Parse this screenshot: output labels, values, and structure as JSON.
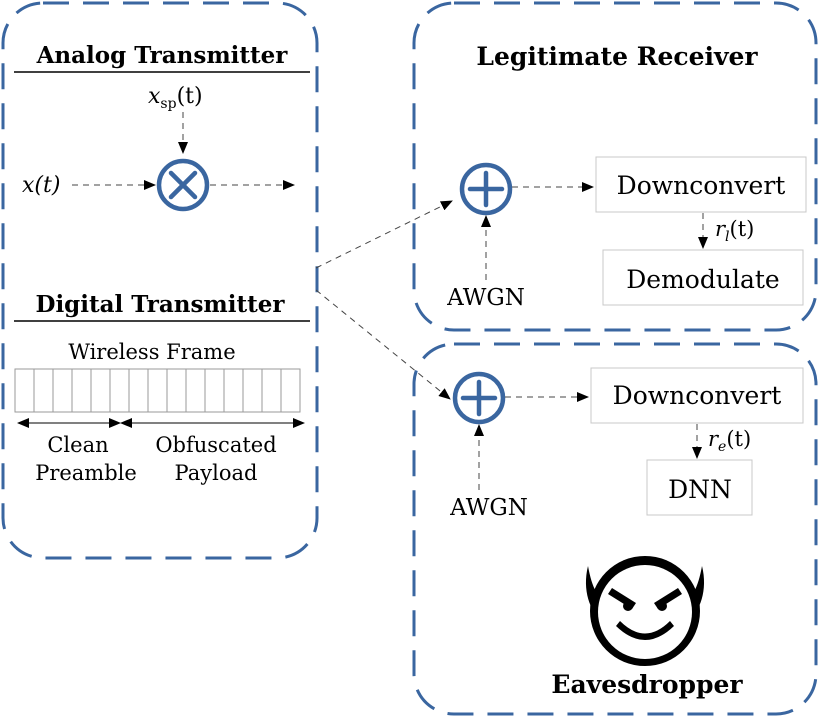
{
  "analog_transmitter": {
    "title": "Analog Transmitter",
    "input_signal": "x(t)",
    "spreading_signal_base": "x",
    "spreading_signal_sub": "sp",
    "spreading_signal_arg": "(t)",
    "operator_icon": "multiply-circle-icon"
  },
  "digital_transmitter": {
    "title": "Digital Transmitter",
    "frame_label": "Wireless Frame",
    "frame_cells": 15,
    "preamble_label_1": "Clean",
    "preamble_label_2": "Preamble",
    "payload_label_1": "Obfuscated",
    "payload_label_2": "Payload"
  },
  "legitimate_receiver": {
    "title": "Legitimate Receiver",
    "noise_label": "AWGN",
    "operator_icon": "plus-circle-icon",
    "downconvert_label": "Downconvert",
    "demodulate_label": "Demodulate",
    "signal_base": "r",
    "signal_sub": "l",
    "signal_arg": "(t)"
  },
  "eavesdropper": {
    "title": "Eavesdropper",
    "noise_label": "AWGN",
    "operator_icon": "plus-circle-icon",
    "downconvert_label": "Downconvert",
    "dnn_label": "DNN",
    "signal_base": "r",
    "signal_sub": "e",
    "signal_arg": "(t)",
    "face_icon": "devil-face-icon"
  },
  "colors": {
    "panel_border": "#3a66a0",
    "operator": "#3a66a0",
    "arrow": "#000000",
    "box_border": "#c8c8c8"
  }
}
